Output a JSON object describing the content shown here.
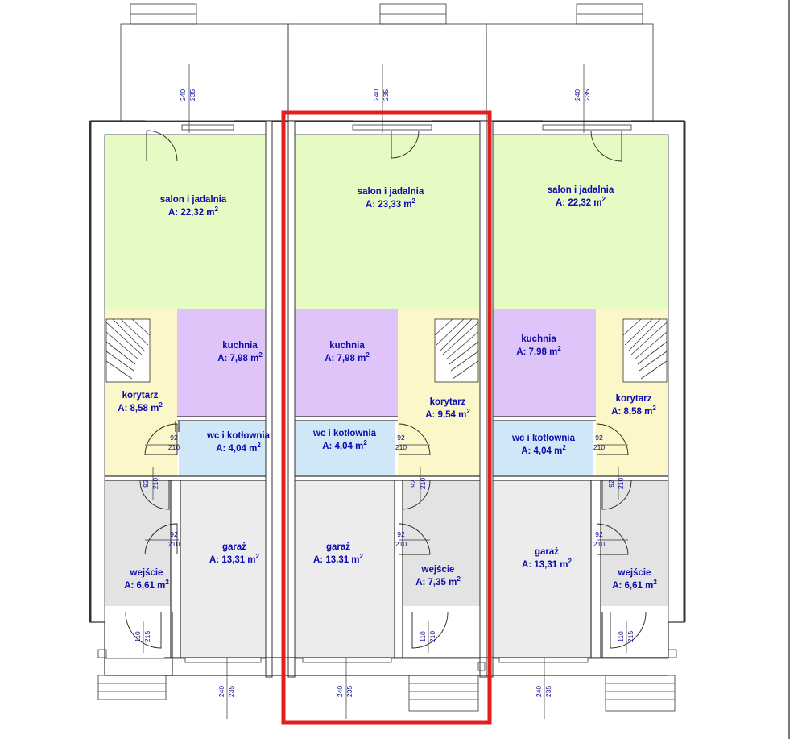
{
  "colors": {
    "living": "#e6fbc3",
    "kitchen": "#dec4f8",
    "corridor": "#fbf7c8",
    "wc": "#cfe7f6",
    "garage": "#ececec",
    "entrance": "#e3e3e3",
    "highlight": "#e21e1e"
  },
  "units": [
    {
      "rooms": {
        "living": {
          "name": "salon i jadalnia",
          "area_prefix": "A: 22,32 m",
          "unit_sup": "2"
        },
        "kitchen": {
          "name": "kuchnia",
          "area_prefix": "A: 7,98 m",
          "unit_sup": "2"
        },
        "corridor": {
          "name": "korytarz",
          "area_prefix": "A: 8,58 m",
          "unit_sup": "2"
        },
        "wc": {
          "name": "wc i kotłownia",
          "area_prefix": "A: 4,04 m",
          "unit_sup": "2"
        },
        "garage": {
          "name": "garaż",
          "area_prefix": "A: 13,31 m",
          "unit_sup": "2"
        },
        "entrance": {
          "name": "wejście",
          "area_prefix": "A: 6,61 m",
          "unit_sup": "2"
        }
      },
      "dims": {
        "top": [
          "240",
          "235"
        ],
        "wc_door": [
          "92",
          "210"
        ],
        "corr_door": [
          "92",
          "210"
        ],
        "entr_door": [
          "92",
          "210"
        ],
        "front_door": [
          "110",
          "215"
        ],
        "garage_door": [
          "240",
          "235"
        ]
      }
    },
    {
      "rooms": {
        "living": {
          "name": "salon i jadalnia",
          "area_prefix": "A: 23,33 m",
          "unit_sup": "2"
        },
        "kitchen": {
          "name": "kuchnia",
          "area_prefix": "A: 7,98 m",
          "unit_sup": "2"
        },
        "corridor": {
          "name": "korytarz",
          "area_prefix": "A: 9,54 m",
          "unit_sup": "2"
        },
        "wc": {
          "name": "wc i kotłownia",
          "area_prefix": "A: 4,04 m",
          "unit_sup": "2"
        },
        "garage": {
          "name": "garaż",
          "area_prefix": "A: 13,31 m",
          "unit_sup": "2"
        },
        "entrance": {
          "name": "wejście",
          "area_prefix": "A: 7,35 m",
          "unit_sup": "2"
        }
      },
      "dims": {
        "top": [
          "240",
          "235"
        ],
        "wc_door": [
          "92",
          "210"
        ],
        "corr_door": [
          "92",
          "210"
        ],
        "entr_door": [
          "92",
          "210"
        ],
        "front_door": [
          "110",
          "210"
        ],
        "garage_door": [
          "240",
          "235"
        ]
      }
    },
    {
      "rooms": {
        "living": {
          "name": "salon i jadalnia",
          "area_prefix": "A: 22,32 m",
          "unit_sup": "2"
        },
        "kitchen": {
          "name": "kuchnia",
          "area_prefix": "A: 7,98 m",
          "unit_sup": "2"
        },
        "corridor": {
          "name": "korytarz",
          "area_prefix": "A: 8,58 m",
          "unit_sup": "2"
        },
        "wc": {
          "name": "wc i kotłownia",
          "area_prefix": "A: 4,04 m",
          "unit_sup": "2"
        },
        "garage": {
          "name": "garaż",
          "area_prefix": "A: 13,31 m",
          "unit_sup": "2"
        },
        "entrance": {
          "name": "wejście",
          "area_prefix": "A: 6,61 m",
          "unit_sup": "2"
        }
      },
      "dims": {
        "top": [
          "240",
          "235"
        ],
        "wc_door": [
          "92",
          "210"
        ],
        "corr_door": [
          "92",
          "210"
        ],
        "entr_door": [
          "92",
          "210"
        ],
        "front_door": [
          "110",
          "215"
        ],
        "garage_door": [
          "240",
          "235"
        ]
      }
    }
  ]
}
